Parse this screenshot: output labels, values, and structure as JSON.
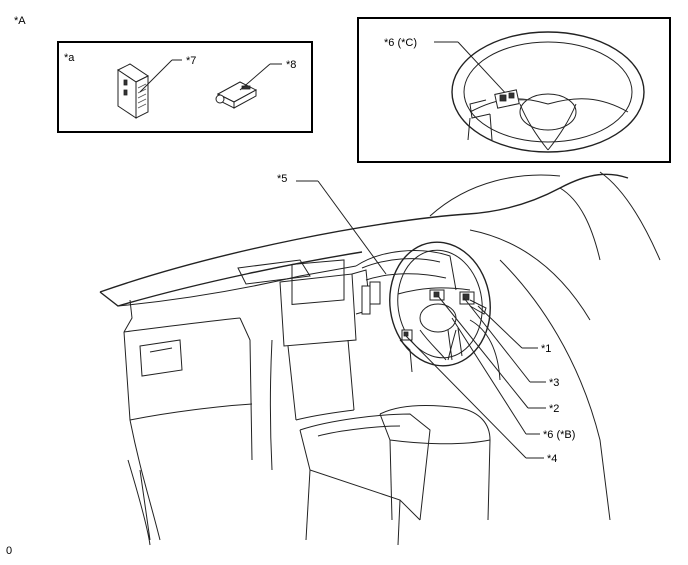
{
  "figure_label": "*A",
  "footer_code": "0",
  "inset_a": {
    "tag": "*a",
    "item7": "*7",
    "item8": "*8"
  },
  "inset_c": {
    "item": "*6 (*C)"
  },
  "callouts": {
    "c5": "*5",
    "c1": "*1",
    "c3": "*3",
    "c2": "*2",
    "c6b": "*6 (*B)",
    "c4": "*4"
  },
  "icons": [
    "ecu-module-icon",
    "sensor-module-icon",
    "steering-wheel-icon",
    "dashboard-icon"
  ]
}
